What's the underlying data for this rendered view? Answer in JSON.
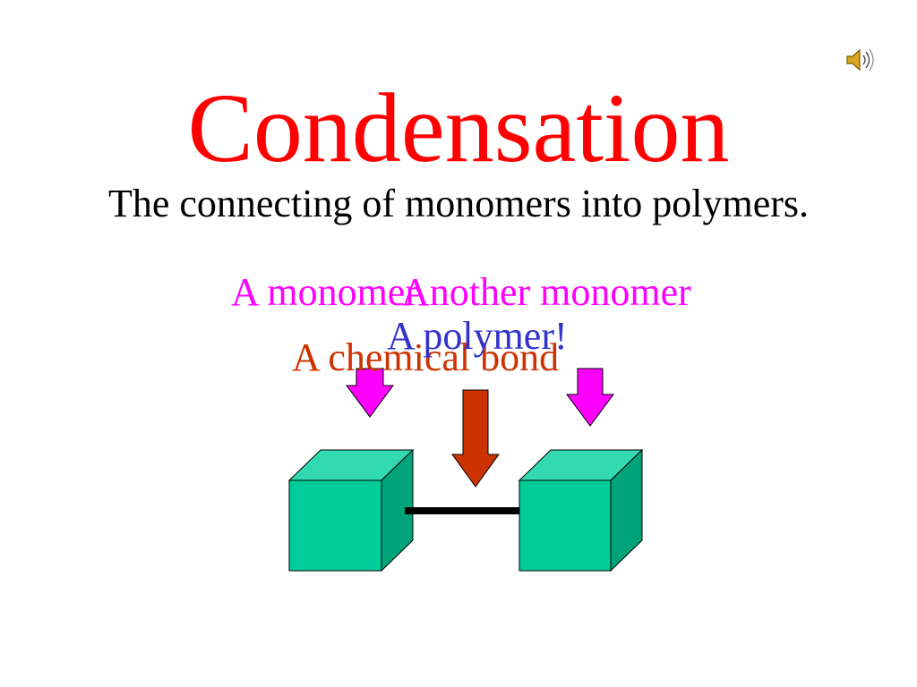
{
  "slide": {
    "title": "Condensation",
    "subtitle": "The connecting of monomers into polymers.",
    "labels": {
      "monomer": "A monomer",
      "another_monomer": "Another monomer",
      "polymer": "A polymer!",
      "chemical_bond": "A chemical bond"
    },
    "icons": {
      "sound": "speaker-icon",
      "arrow": "arrow-down-icon",
      "cube": "cube-icon"
    }
  },
  "colors": {
    "title": "#FF0000",
    "subtitle": "#000000",
    "monomer_label": "#FF00FF",
    "polymer_label": "#3333CC",
    "bond_label": "#CC3300",
    "monomer_arrow": "#FF00FF",
    "bond_arrow": "#CC3300",
    "cube_front": "#00CC99",
    "cube_top": "#33D9B0",
    "cube_side": "#00A37A",
    "bond_line": "#000000"
  }
}
